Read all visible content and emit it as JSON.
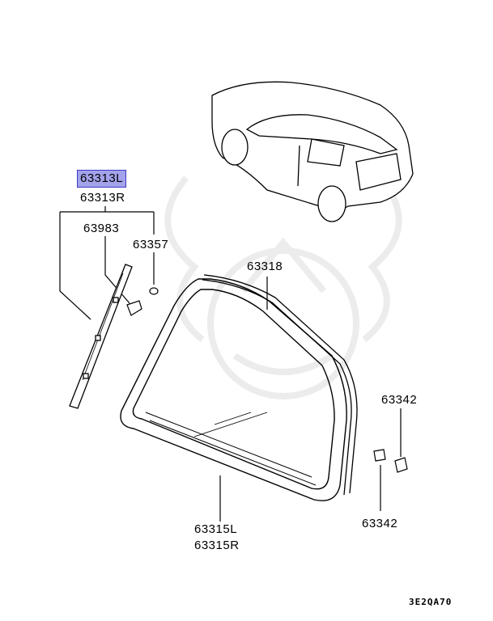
{
  "diagram": {
    "highlighted_part": "63313L",
    "highlight_color": "#a3a3ec",
    "labels": {
      "molding_left": "63313L",
      "molding_right": "63313R",
      "clip": "63983",
      "grommet": "63357",
      "weatherstrip": "63318",
      "spacer_upper": "63342",
      "spacer_lower": "63342",
      "glass_left": "63315L",
      "glass_right": "63315R"
    },
    "diagram_code": "3E2QA70"
  }
}
